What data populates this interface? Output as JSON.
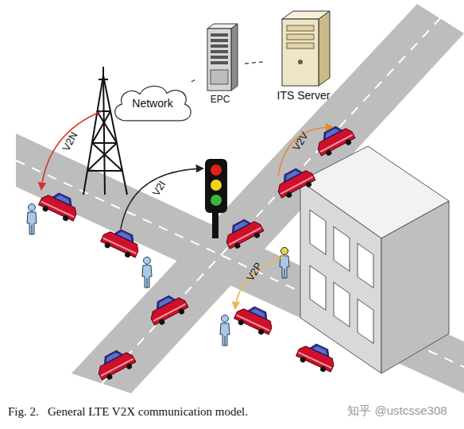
{
  "diagram": {
    "caption": "Fig. 2.   General LTE V2X communication model.",
    "nodes": [
      {
        "text": [
          "Network"
        ]
      },
      {
        "text": [
          "EPC"
        ]
      },
      {
        "text": [
          "ITS Server"
        ]
      }
    ],
    "edges": [
      {
        "from": 0,
        "to": 1,
        "arrow": "none"
      },
      {
        "from": 1,
        "to": 2,
        "arrow": "none"
      }
    ],
    "labels": [
      "V2N",
      "V2I",
      "V2V",
      "V2P",
      "知乎 @ustcsse308"
    ]
  }
}
